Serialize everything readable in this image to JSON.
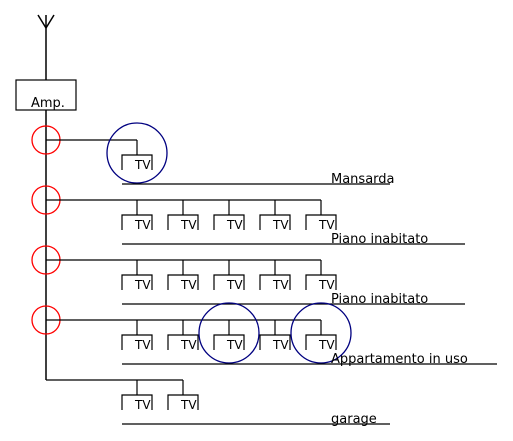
{
  "amplifier": {
    "label": "Amp."
  },
  "tv_label": "TV",
  "colors": {
    "line": "#000000",
    "splitter": "#ff0000",
    "highlight": "#000080"
  },
  "icons": {
    "antenna": "antenna-icon",
    "splitter": "splitter-circle",
    "highlight": "highlight-circle"
  },
  "floors": [
    {
      "label": "Mansarda",
      "tv_count": 1,
      "highlighted_tvs": [
        1
      ]
    },
    {
      "label": "Piano inabitato",
      "tv_count": 5,
      "highlighted_tvs": []
    },
    {
      "label": "Piano inabitato",
      "tv_count": 5,
      "highlighted_tvs": []
    },
    {
      "label": "Appartamento in uso",
      "tv_count": 5,
      "highlighted_tvs": [
        3,
        5
      ]
    },
    {
      "label": "garage",
      "tv_count": 2,
      "highlighted_tvs": []
    }
  ]
}
